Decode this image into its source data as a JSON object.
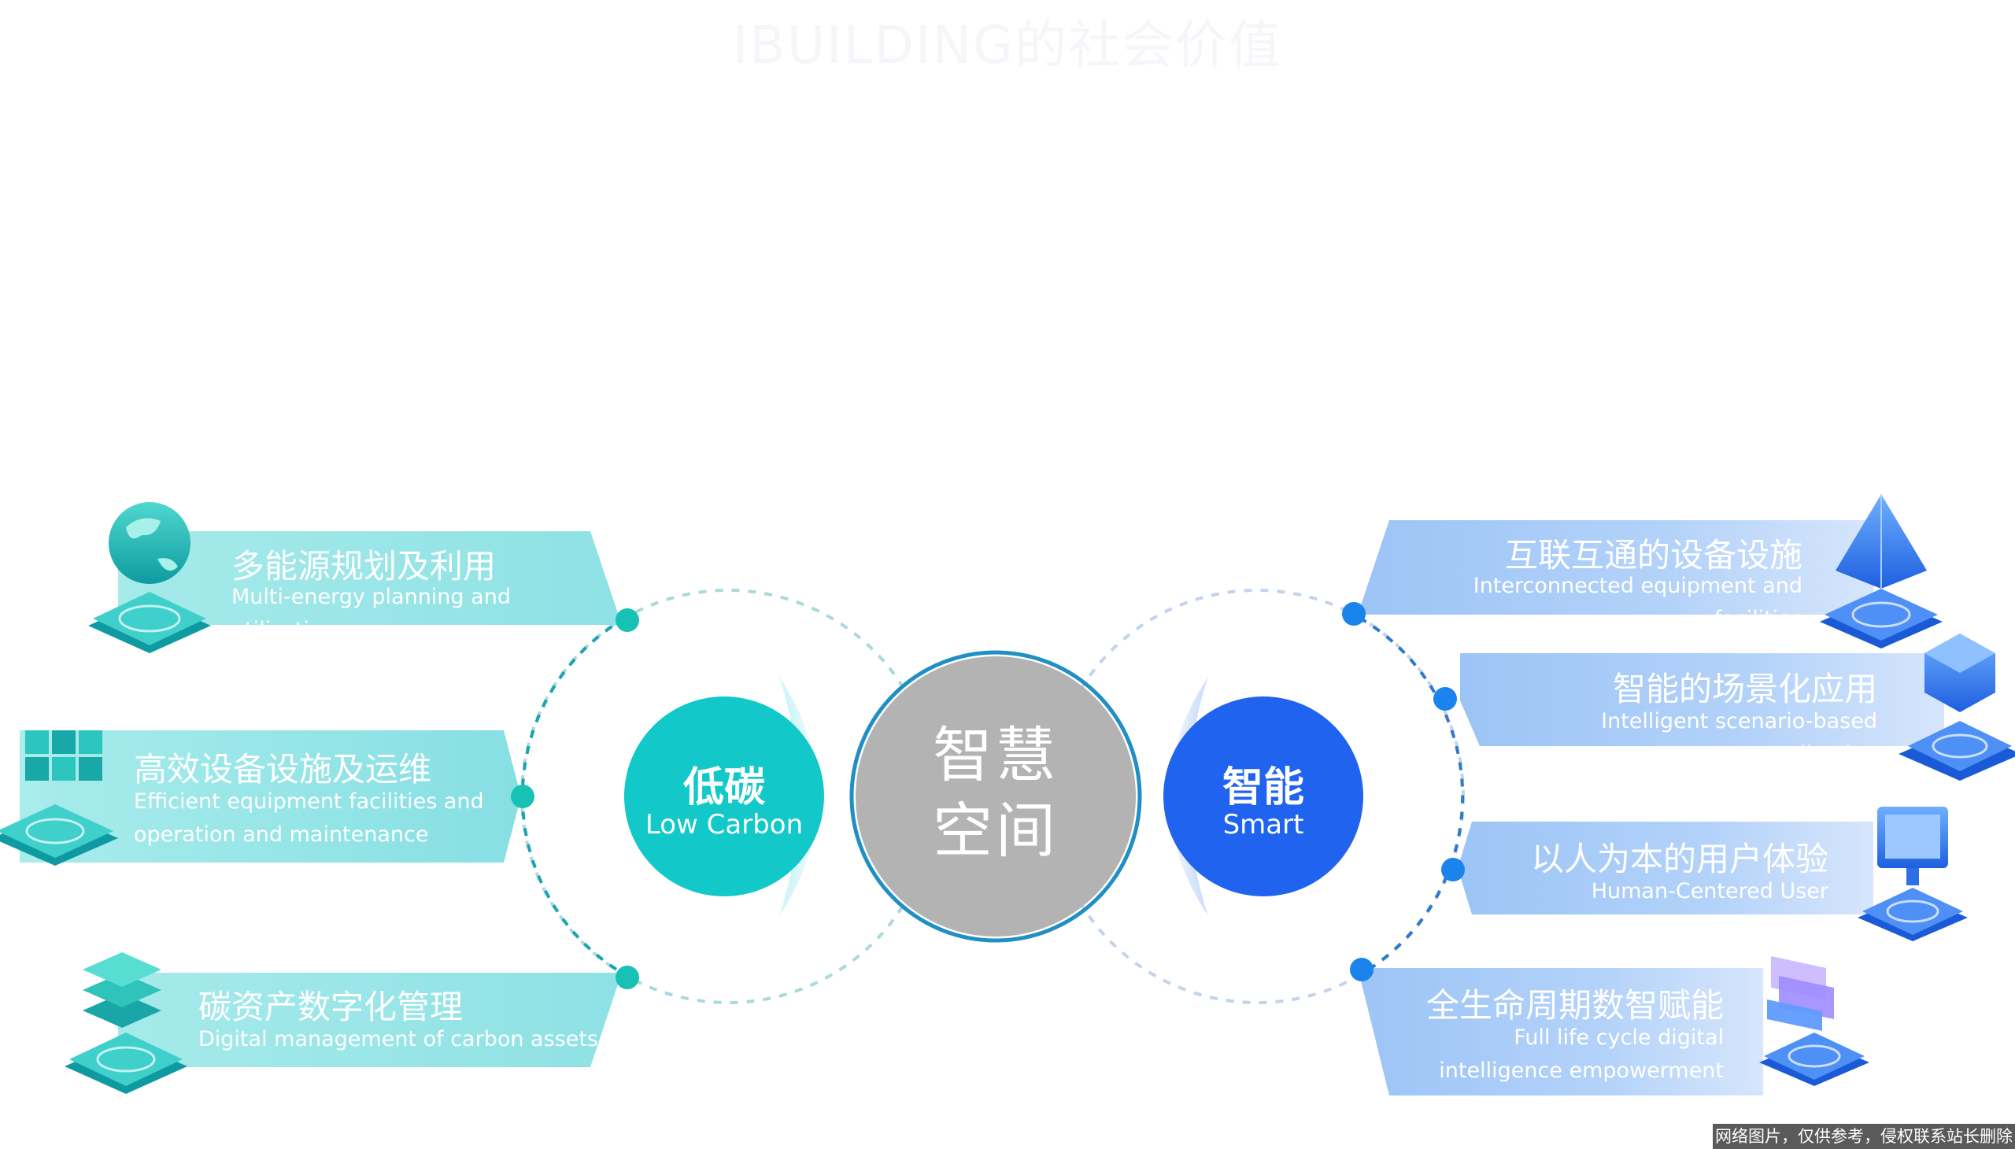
{
  "title": "IBUILDING的社会价值",
  "center": {
    "line1": "智慧",
    "line2": "空间"
  },
  "low_carbon": {
    "cn": "低碳",
    "en": "Low Carbon"
  },
  "smart": {
    "cn": "智能",
    "en": "Smart"
  },
  "left_items": [
    {
      "cn": "多能源规划及利用",
      "en": "Multi-energy planning and utilization"
    },
    {
      "cn": "高效设备设施及运维",
      "en": "Efficient equipment facilities and operation and maintenance"
    },
    {
      "cn": "碳资产数字化管理",
      "en": "Digital management of carbon assets"
    }
  ],
  "right_items": [
    {
      "cn": "互联互通的设备设施",
      "en": "Interconnected equipment and facilities"
    },
    {
      "cn": "智能的场景化应用",
      "en": "Intelligent scenario-based application"
    },
    {
      "cn": "以人为本的用户体验",
      "en": "Human-Centered User Experience"
    },
    {
      "cn": "全生命周期数智赋能",
      "en": "Full life cycle digital intelligence empowerment"
    }
  ],
  "watermark": "网络图片，仅供参考，侵权联系站长删除",
  "colors": {
    "teal": "#12c8c8",
    "blue": "#1f63ef",
    "core_gray": "#b3b3b3",
    "ring_blue": "#1f8fc4",
    "left_dot": "#17c1b4",
    "right_dot": "#1a84ec"
  },
  "icons": {
    "left": [
      "globe-icon",
      "cube-grid-icon",
      "stacked-layers-icon"
    ],
    "right": [
      "pyramid-icon",
      "hex-cube-icon",
      "monitor-icon",
      "panels-icon"
    ]
  }
}
